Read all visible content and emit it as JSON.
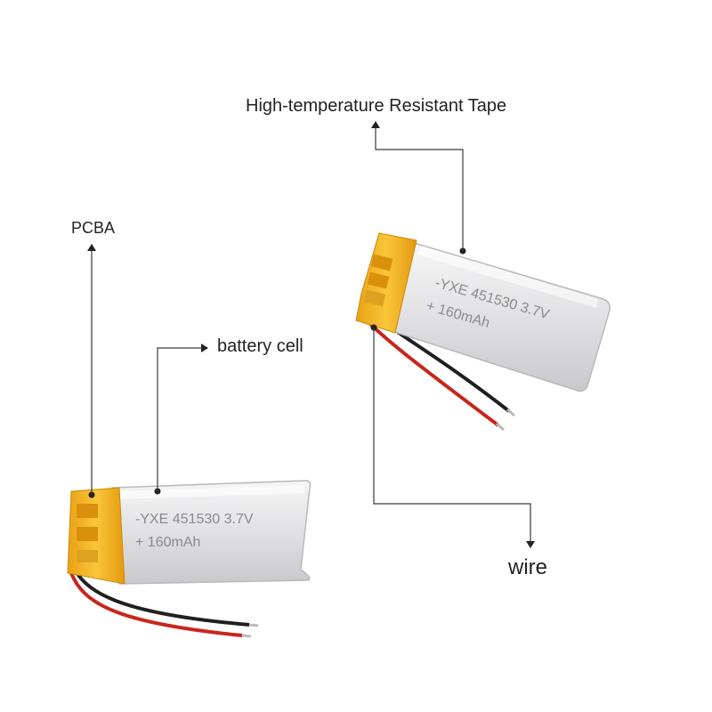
{
  "callouts": {
    "tape": "High-temperature Resistant Tape",
    "pcba": "PCBA",
    "battery_cell": "battery cell",
    "wire": "wire"
  },
  "battery_print": {
    "model": "-YXE 451530 3.7V",
    "capacity": "+ 160mAh"
  },
  "colors": {
    "tape": "#f5b81e",
    "tape_dark": "#d48f0c",
    "cell_body": "#e3e3e5",
    "cell_edge": "#b9b9bd",
    "wire_red": "#c8261c",
    "wire_black": "#1f1f1f",
    "callout_line": "#3a3a3a"
  },
  "icons": [
    "arrow-up-icon",
    "arrow-right-icon",
    "arrow-down-icon"
  ]
}
